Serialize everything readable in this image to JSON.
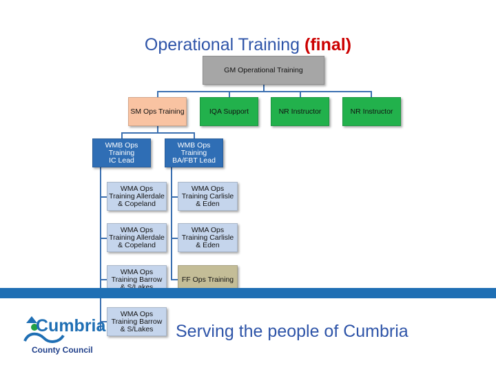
{
  "title": {
    "main": "Operational Training",
    "emphasis": "(final)"
  },
  "org_chart": {
    "top": "GM Operational Training",
    "level2": [
      "SM Ops Training",
      "IQA Support",
      "NR Instructor",
      "NR Instructor"
    ],
    "wmb_left": [
      "WMB Ops",
      "Training",
      "IC Lead"
    ],
    "wmb_right": [
      "WMB Ops",
      "Training",
      "BA/FBT Lead"
    ],
    "left_column": [
      [
        "WMA Ops",
        "Training Allerdale",
        "& Copeland"
      ],
      [
        "WMA Ops",
        "Training Allerdale",
        "& Copeland"
      ],
      [
        "WMA Ops",
        "Training Barrow",
        "& S/Lakes"
      ],
      [
        "WMA Ops",
        "Training Barrow",
        "& S/Lakes"
      ]
    ],
    "right_column": [
      [
        "WMA Ops",
        "Training Carlisle",
        "& Eden"
      ],
      [
        "WMA Ops",
        "Training Carlisle",
        "& Eden"
      ],
      [
        "FF Ops Training"
      ]
    ]
  },
  "footer": {
    "slogan": "Serving the people of Cumbria"
  },
  "logo": {
    "word": "Cumbria",
    "subtitle": "County Council"
  },
  "colors": {
    "title": "#2e54a8",
    "final": "#cc0000",
    "band": "#1f6fb4",
    "wmb": "#2f6eb5",
    "wma": "#c5d5ec",
    "green": "#22b14c",
    "sm": "#f9c3a2",
    "gm": "#a6a6a6",
    "ff": "#c4bd97"
  }
}
